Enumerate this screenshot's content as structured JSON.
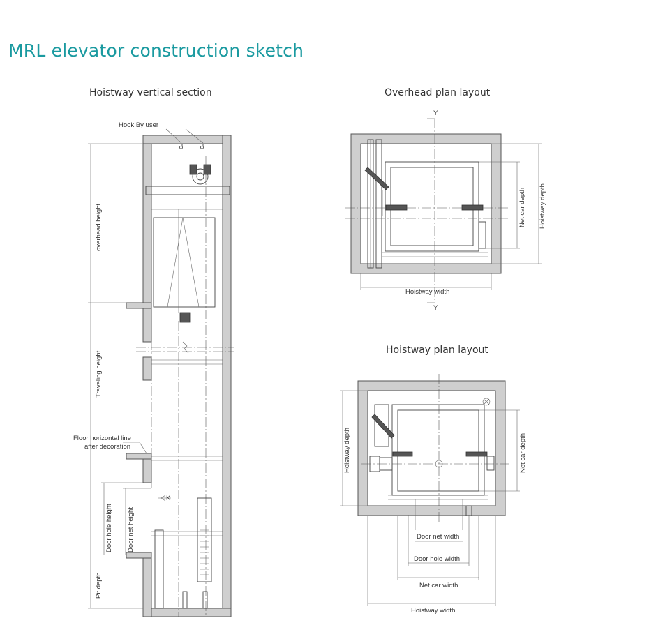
{
  "title": "MRL elevator construction sketch",
  "accent_color": "#1a9aa0",
  "sections": {
    "vertical": {
      "heading": "Hoistway vertical section",
      "labels": {
        "hook": "Hook By user",
        "overhead_height": "overhead height",
        "traveling_height": "Traveling height",
        "floor_line_1": "Floor horizontal line",
        "floor_line_2": "after decoration",
        "door_hole_height": "Door hole height",
        "door_net_height": "Door net height",
        "pit_depth": "Pit depth",
        "k_marker": "K"
      }
    },
    "overhead": {
      "heading": "Overhead plan layout",
      "labels": {
        "y_top": "Y",
        "y_bottom": "Y",
        "net_car_depth": "Net car depth",
        "hoistway_depth": "Hoistway depth",
        "hoistway_width": "Hoistway width"
      }
    },
    "hoistway": {
      "heading": "Hoistway plan layout",
      "labels": {
        "hoistway_depth": "Hoistway depth",
        "net_car_depth": "Net car depth",
        "door_net_width": "Door net width",
        "door_hole_width": "Door hole width",
        "net_car_width": "Net car width",
        "hoistway_width": "Hoistway width"
      }
    }
  }
}
